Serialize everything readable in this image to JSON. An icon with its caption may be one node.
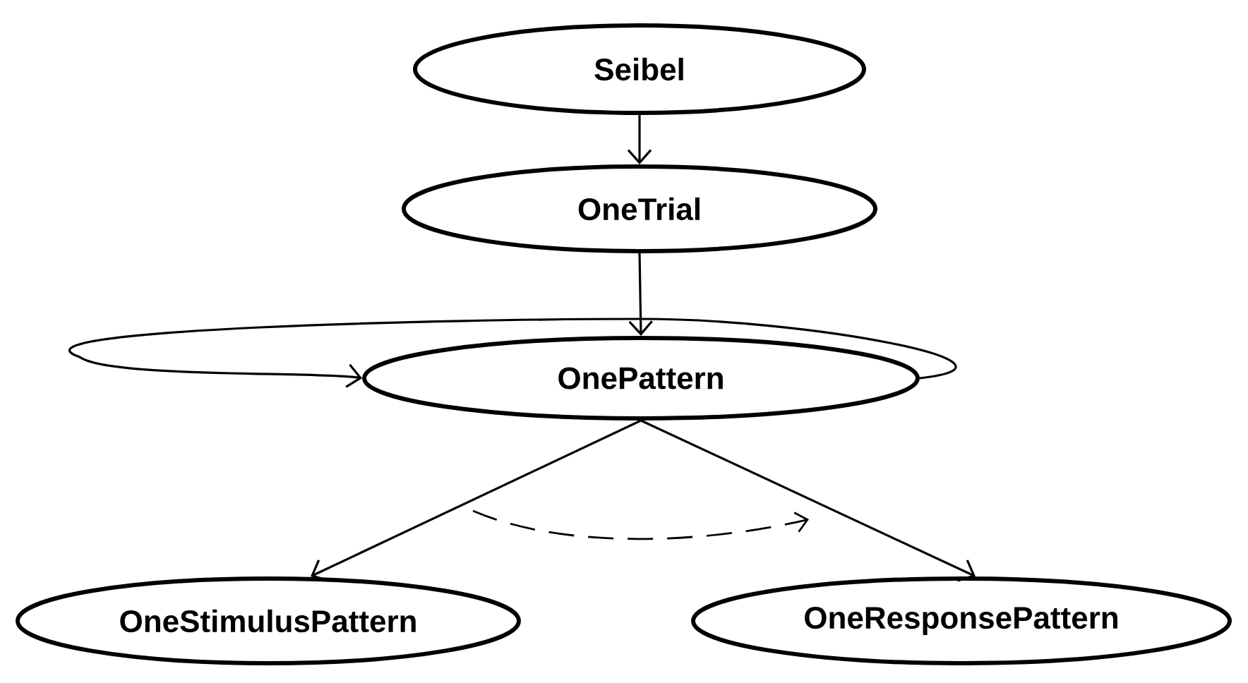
{
  "diagram": {
    "nodes": [
      {
        "text": [
          "Seibel"
        ]
      },
      {
        "text": [
          "OneTrial"
        ]
      },
      {
        "text": [
          "OnePattern"
        ]
      },
      {
        "text": [
          "OneStimulusPattern"
        ]
      },
      {
        "text": [
          "OneResponsePattern"
        ]
      }
    ],
    "edges": [
      {
        "from": 0,
        "to": 1,
        "arrow": "to"
      },
      {
        "from": 1,
        "to": 2,
        "arrow": "to"
      },
      {
        "from": 2,
        "to": 2,
        "arrow": "to"
      },
      {
        "from": 2,
        "to": 3,
        "arrow": "to"
      },
      {
        "from": 2,
        "to": 4,
        "arrow": "to"
      }
    ]
  }
}
